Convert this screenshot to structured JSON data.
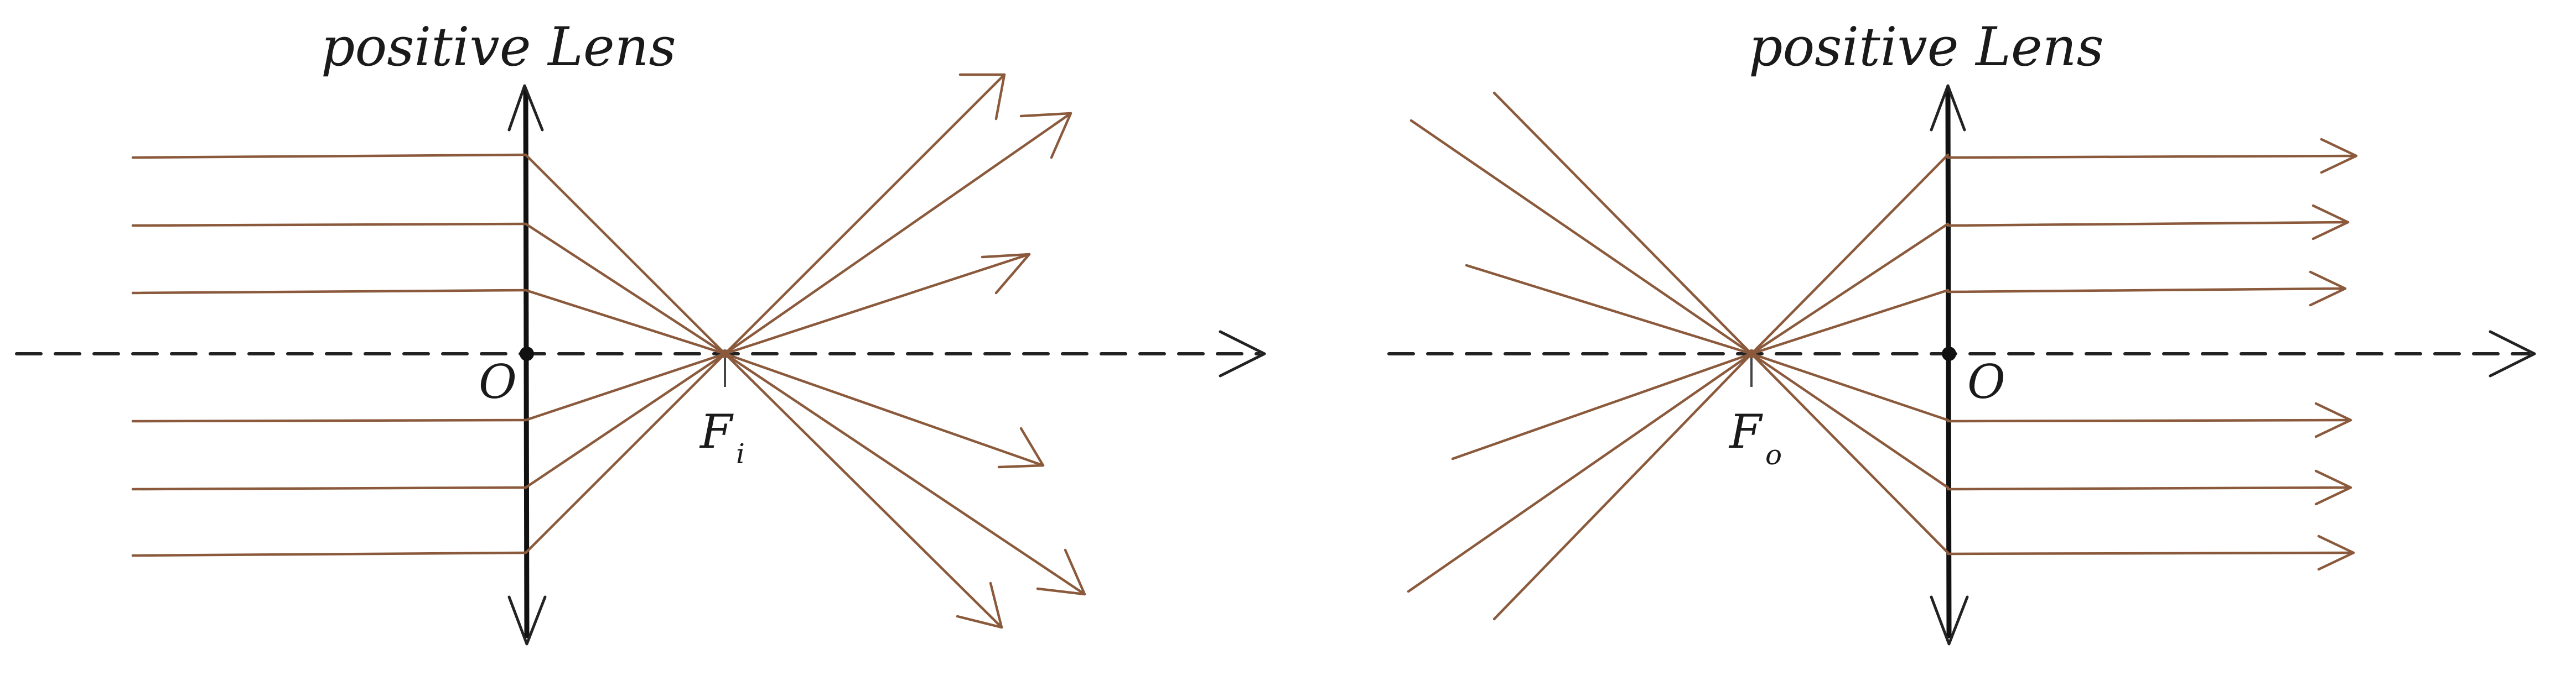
{
  "colors": {
    "ray": "#8b5a3c",
    "ink": "#111111"
  },
  "left_panel": {
    "title": "positive Lens",
    "optical_center_label": "O",
    "focal_point_label": "F",
    "focal_point_subscript": "i"
  },
  "right_panel": {
    "title": "positive Lens",
    "optical_center_label": "O",
    "focal_point_label": "F",
    "focal_point_subscript": "o"
  }
}
